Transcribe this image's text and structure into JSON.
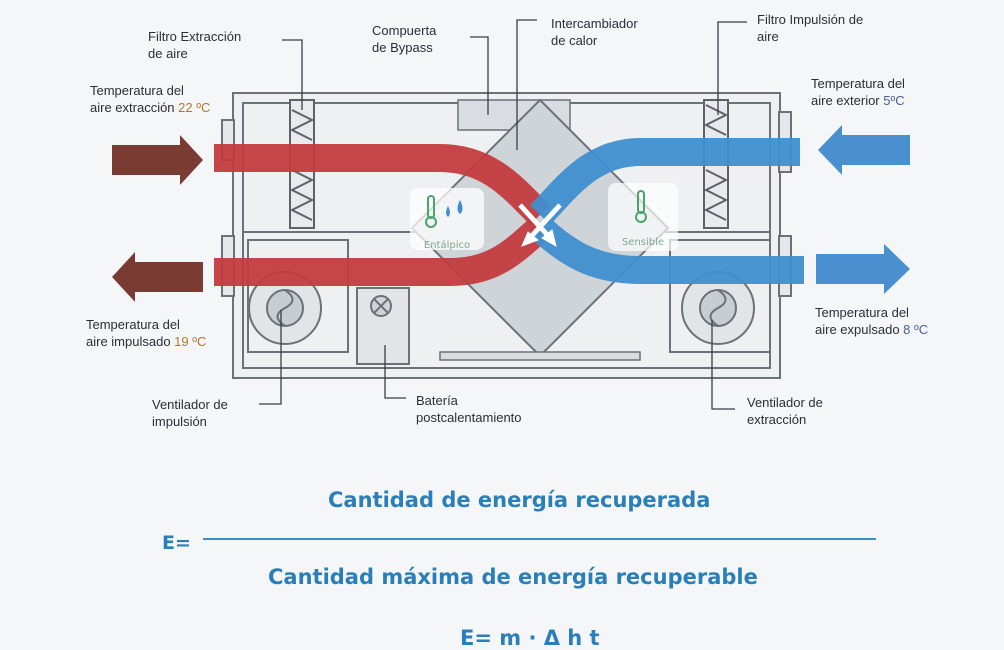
{
  "labels": {
    "filtro_extraccion": [
      "Filtro Extracción",
      "de aire"
    ],
    "compuerta_bypass": [
      "Compuerta",
      "de Bypass"
    ],
    "intercambiador": [
      "Intercambiador",
      "de calor"
    ],
    "filtro_impulsion": [
      "Filtro Impulsión de",
      "aire"
    ],
    "temp_extraccion": {
      "line1": "Temperatura del",
      "line2": "aire extracción ",
      "value": "22 ºC"
    },
    "temp_exterior": {
      "line1": "Temperatura del",
      "line2": "aire exterior ",
      "value": "5ºC"
    },
    "temp_impulsado": {
      "line1": "Temperatura del",
      "line2": "aire impulsado ",
      "value": "19 ºC"
    },
    "temp_expulsado": {
      "line1": "Temperatura del",
      "line2": "aire expulsado ",
      "value": "8 ºC"
    },
    "vent_impulsion": [
      "Ventilador de",
      "impulsión"
    ],
    "bateria": [
      "Batería",
      "postcalentamiento"
    ],
    "vent_extraccion": [
      "Ventilador de",
      "extracción"
    ]
  },
  "badges": {
    "entalpico": "Entálpico",
    "sensible": "Sensible"
  },
  "formula": {
    "numerator": "Cantidad de energía recuperada",
    "prefix": "E=",
    "denominator": "Cantidad máxima de energía recuperable",
    "bottom": "E= m · Δ h t"
  },
  "colors": {
    "warm": "#c23b3e",
    "cool": "#3f8fd0",
    "arrow_out": "#7a3b33",
    "arrow_in": "#4a90d0",
    "formula": "#2a7fb8"
  }
}
